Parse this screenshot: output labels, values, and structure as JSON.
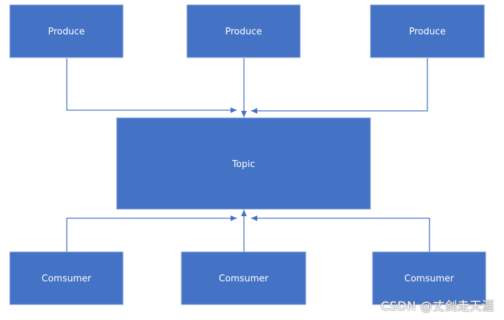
{
  "diagram": {
    "colors": {
      "node_fill": "#4472C4",
      "node_stroke": "#8EA9DB",
      "edge": "#4472C4",
      "label": "#FFFFFF"
    },
    "producers": [
      {
        "id": "producer-1",
        "label": "Produce"
      },
      {
        "id": "producer-2",
        "label": "Produce"
      },
      {
        "id": "producer-3",
        "label": "Produce"
      }
    ],
    "topic": {
      "id": "topic",
      "label": "Topic"
    },
    "consumers": [
      {
        "id": "consumer-1",
        "label": "Comsumer"
      },
      {
        "id": "consumer-2",
        "label": "Comsumer"
      },
      {
        "id": "consumer-3",
        "label": "Comsumer"
      }
    ],
    "edges": [
      {
        "from": "producer-1",
        "to": "topic"
      },
      {
        "from": "producer-2",
        "to": "topic"
      },
      {
        "from": "producer-3",
        "to": "topic"
      },
      {
        "from": "consumer-1",
        "to": "topic"
      },
      {
        "from": "consumer-2",
        "to": "topic"
      },
      {
        "from": "consumer-3",
        "to": "topic"
      }
    ]
  },
  "watermark": "CSDN @丈剑走天涯"
}
